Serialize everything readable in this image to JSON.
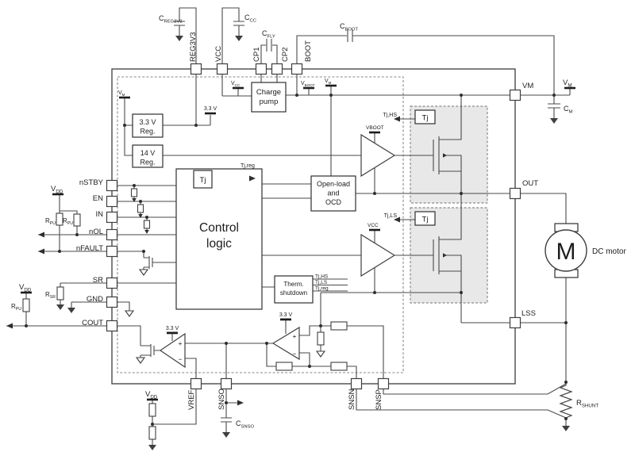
{
  "colors": {
    "wire": "#4a4a4a",
    "ink": "#1c1c1c",
    "mosfet_region_fill": "#e8e8e8",
    "background": "#ffffff"
  },
  "pins": {
    "top": [
      "REG3V3",
      "VCC",
      "CP1",
      "CP2",
      "BOOT"
    ],
    "left": [
      "nSTBY",
      "EN",
      "IN",
      "nOL",
      "nFAULT",
      "SR",
      "GND",
      "COUT"
    ],
    "right": [
      "VM",
      "OUT",
      "LSS"
    ],
    "bottom": [
      "VREF",
      "SNSO",
      "SNSN",
      "SNSP"
    ]
  },
  "blocks": {
    "reg33": {
      "l1": "3.3 V",
      "l2": "Reg."
    },
    "reg14": {
      "l1": "14 V",
      "l2": "Reg."
    },
    "tj": "Tj",
    "charge": {
      "l1": "Charge",
      "l2": "pump"
    },
    "control": {
      "l1": "Control",
      "l2": "logic"
    },
    "ocd": {
      "l1": "Open-load",
      "l2": "and",
      "l3": "OCD"
    },
    "therm": {
      "l1": "Therm.",
      "l2": "shutdown"
    }
  },
  "motor": {
    "symbol": "M",
    "label": "DC motor"
  },
  "components": {
    "c_reg3v3": {
      "m": "C",
      "s": "REG3V3"
    },
    "c_cc": {
      "m": "C",
      "s": "CC"
    },
    "c_fly": {
      "m": "C",
      "s": "FLY"
    },
    "c_boot": {
      "m": "C",
      "s": "BOOT"
    },
    "c_m": {
      "m": "C",
      "s": "M"
    },
    "c_snso": {
      "m": "C",
      "s": "SNSO"
    },
    "r_pu": {
      "m": "R",
      "s": "PU"
    },
    "r_sr": {
      "m": "R",
      "s": "SR"
    },
    "r_shunt": {
      "m": "R",
      "s": "SHUNT"
    }
  },
  "supplies": {
    "v_dd": {
      "m": "V",
      "s": "DD"
    },
    "v_m": {
      "m": "V",
      "s": "M"
    },
    "v_cc": {
      "m": "V",
      "s": "CC"
    },
    "v_boot": {
      "m": "V",
      "s": "BOOT"
    },
    "v33": "3.3 V",
    "vboot_plain": "VBOOT",
    "vcc_plain": "VCC"
  },
  "signals": {
    "tj_reg": "Tj,reg",
    "tj_hs": "Tj,HS",
    "tj_ls": "Tj,LS",
    "plus": "+",
    "minus": "−"
  }
}
